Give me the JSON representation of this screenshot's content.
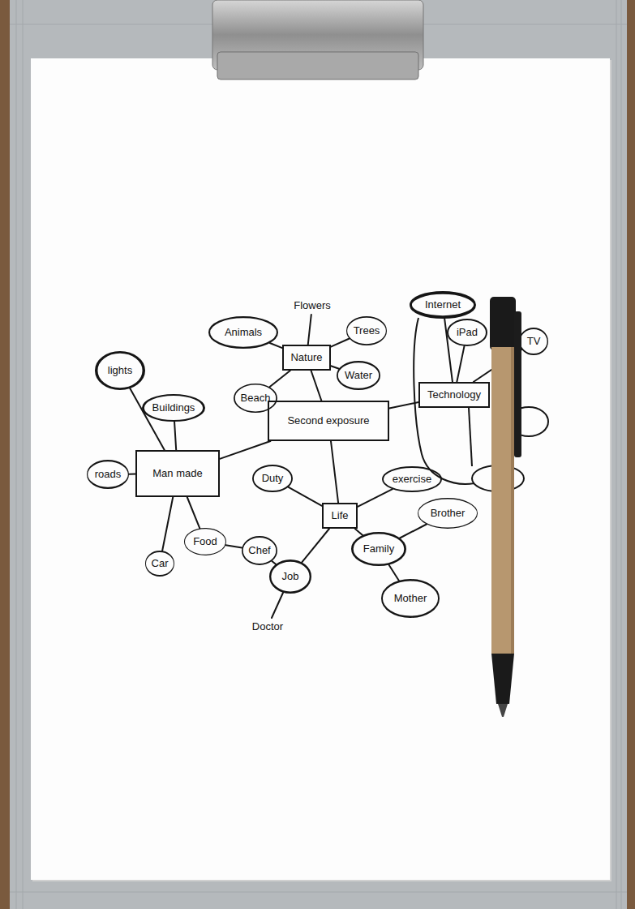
{
  "diagram": {
    "nodes": [
      {
        "text": [
          "Flowers"
        ]
      },
      {
        "text": [
          "Internet"
        ]
      },
      {
        "text": [
          "Animals"
        ]
      },
      {
        "text": [
          "Trees"
        ]
      },
      {
        "text": [
          "iPad"
        ]
      },
      {
        "text": [
          "TV"
        ]
      },
      {
        "text": [
          "Nature"
        ]
      },
      {
        "text": [
          "lights"
        ]
      },
      {
        "text": [
          "Water"
        ]
      },
      {
        "text": [
          "Technology"
        ]
      },
      {
        "text": [
          "Beach"
        ]
      },
      {
        "text": [
          "Buildings"
        ]
      },
      {
        "text": [
          "Second exposure"
        ]
      },
      {
        "text": [
          "Man made"
        ]
      },
      {
        "text": [
          "roads"
        ]
      },
      {
        "text": [
          "Duty"
        ]
      },
      {
        "text": [
          "exercise"
        ]
      },
      {
        "text": [
          "Life"
        ]
      },
      {
        "text": [
          "Brother"
        ]
      },
      {
        "text": [
          "Food"
        ]
      },
      {
        "text": [
          "Chef"
        ]
      },
      {
        "text": [
          "Family"
        ]
      },
      {
        "text": [
          "Car"
        ]
      },
      {
        "text": [
          "Job"
        ]
      },
      {
        "text": [
          "Mother"
        ]
      },
      {
        "text": [
          "Doctor"
        ]
      }
    ],
    "edges": [
      {
        "from": 6,
        "to": 0,
        "arrow": "none"
      },
      {
        "from": 6,
        "to": 2,
        "arrow": "none"
      },
      {
        "from": 6,
        "to": 3,
        "arrow": "none"
      },
      {
        "from": 6,
        "to": 8,
        "arrow": "none"
      },
      {
        "from": 6,
        "to": 10,
        "arrow": "none"
      },
      {
        "from": 6,
        "to": 12,
        "arrow": "none"
      },
      {
        "from": 12,
        "to": 9,
        "arrow": "none"
      },
      {
        "from": 9,
        "to": 1,
        "arrow": "none"
      },
      {
        "from": 9,
        "to": 4,
        "arrow": "none"
      },
      {
        "from": 9,
        "to": 5,
        "arrow": "none"
      },
      {
        "from": 13,
        "to": 7,
        "arrow": "none"
      },
      {
        "from": 13,
        "to": 11,
        "arrow": "none"
      },
      {
        "from": 13,
        "to": 14,
        "arrow": "none"
      },
      {
        "from": 13,
        "to": 22,
        "arrow": "none"
      },
      {
        "from": 13,
        "to": 19,
        "arrow": "none"
      },
      {
        "from": 13,
        "to": 12,
        "arrow": "none"
      },
      {
        "from": 12,
        "to": 17,
        "arrow": "none"
      },
      {
        "from": 17,
        "to": 15,
        "arrow": "none"
      },
      {
        "from": 17,
        "to": 16,
        "arrow": "none"
      },
      {
        "from": 17,
        "to": 21,
        "arrow": "none"
      },
      {
        "from": 17,
        "to": 23,
        "arrow": "none"
      },
      {
        "from": 21,
        "to": 18,
        "arrow": "none"
      },
      {
        "from": 21,
        "to": 24,
        "arrow": "none"
      },
      {
        "from": 19,
        "to": 20,
        "arrow": "none"
      },
      {
        "from": 20,
        "to": 23,
        "arrow": "none"
      },
      {
        "from": 23,
        "to": 25,
        "arrow": "none"
      }
    ]
  }
}
